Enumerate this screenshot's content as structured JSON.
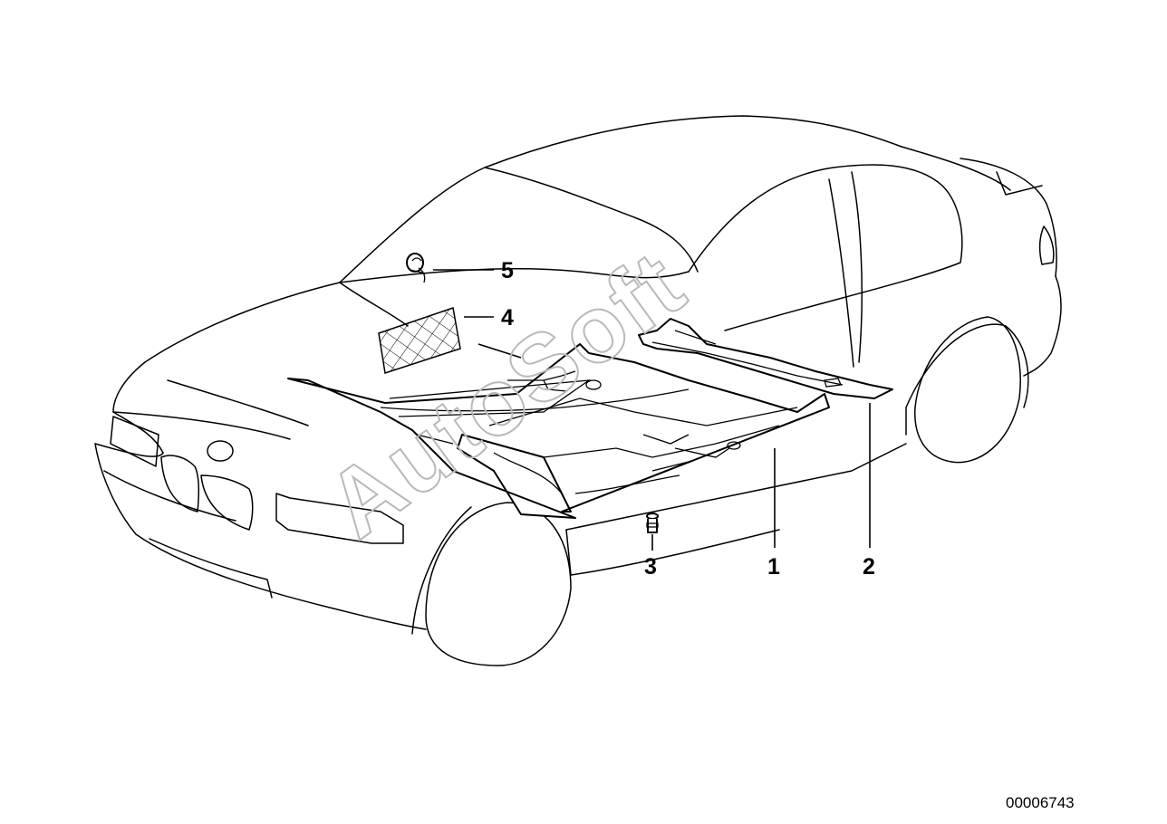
{
  "diagram": {
    "callouts": [
      {
        "id": "1",
        "label": "1"
      },
      {
        "id": "2",
        "label": "2"
      },
      {
        "id": "3",
        "label": "3"
      },
      {
        "id": "4",
        "label": "4"
      },
      {
        "id": "5",
        "label": "5"
      }
    ],
    "diagram_id": "00006743",
    "watermark": "AutoSoft",
    "colors": {
      "line": "#000000",
      "background": "#ffffff",
      "watermark": "#b9b9b9"
    }
  }
}
